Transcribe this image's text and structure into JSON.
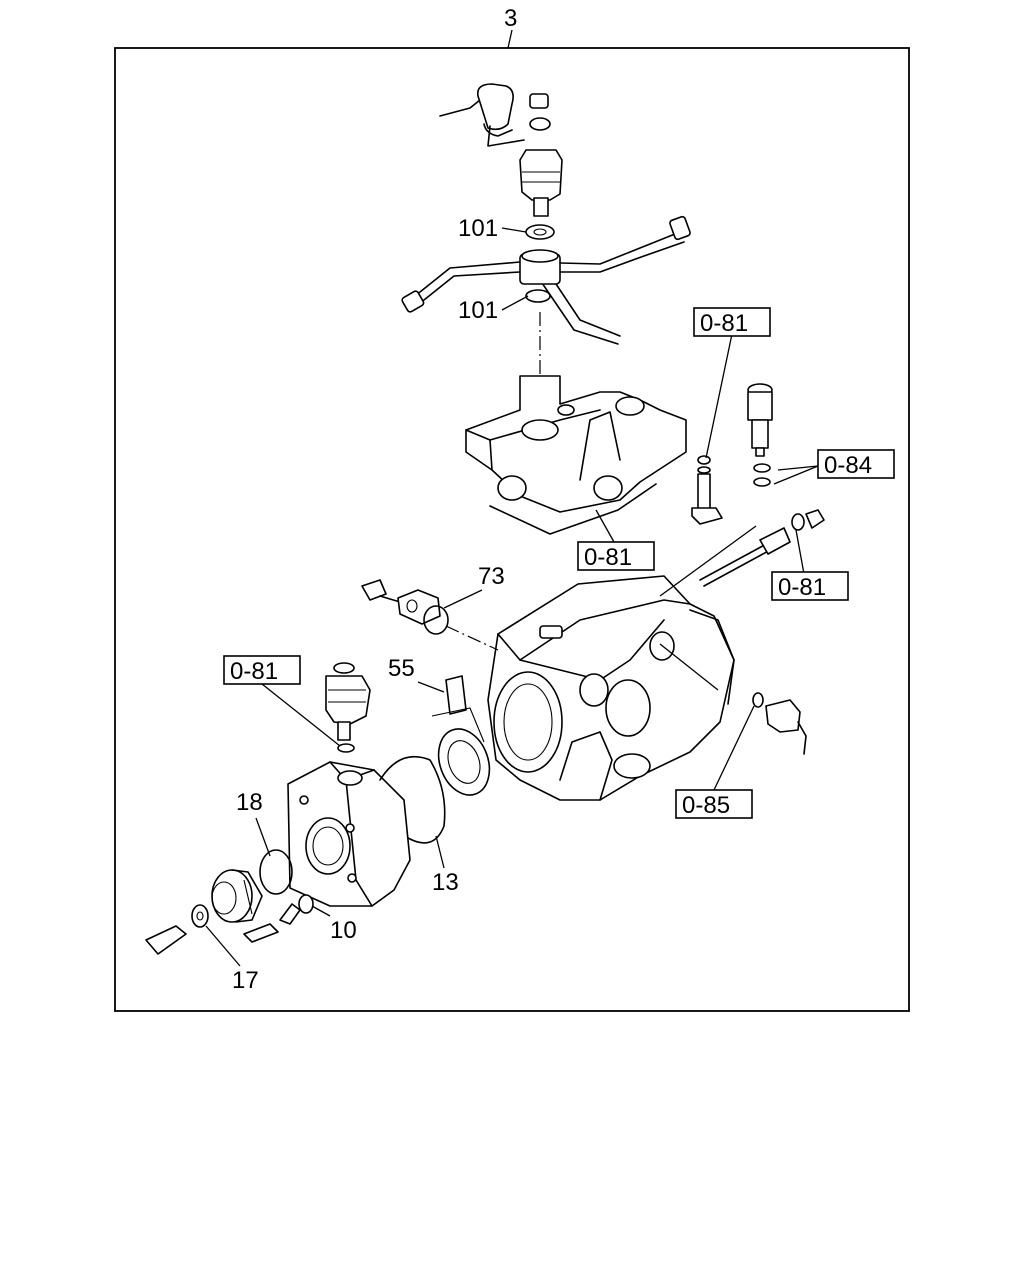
{
  "assembly": {
    "ref": "3"
  },
  "callouts": {
    "c101a": "101",
    "c101b": "101",
    "c73": "73",
    "c55": "55",
    "c18": "18",
    "c13": "13",
    "c10": "10",
    "c17": "17"
  },
  "ref_boxes": {
    "r081_top": "0-81",
    "r084": "0-84",
    "r081_mid": "0-81",
    "r081_right": "0-81",
    "r081_left": "0-81",
    "r085": "0-85"
  }
}
